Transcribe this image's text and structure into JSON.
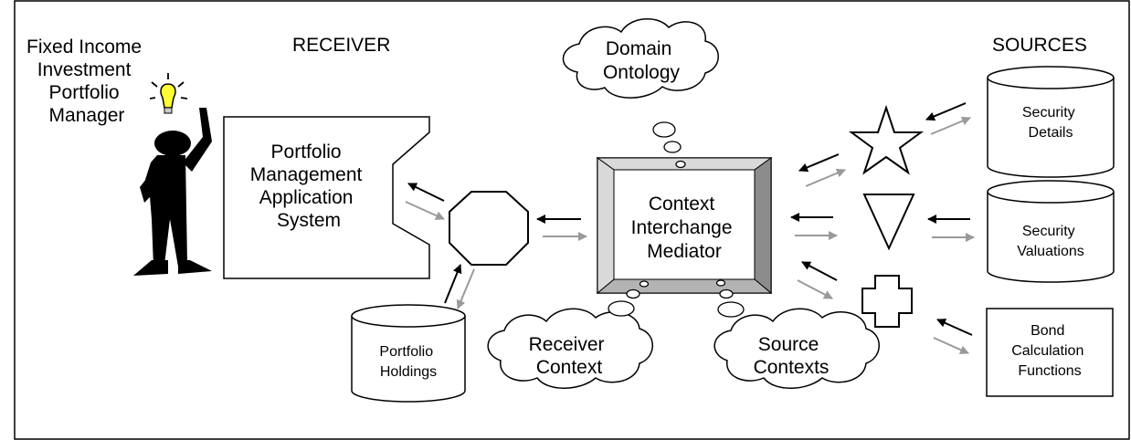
{
  "labels": {
    "manager": [
      "Fixed Income",
      "Investment",
      "Portfolio",
      "Manager"
    ],
    "receiver_header": "RECEIVER",
    "sources_header": "SOURCES",
    "application": [
      "Portfolio",
      "Management",
      "Application",
      "System"
    ],
    "mediator": [
      "Context",
      "Interchange",
      "Mediator"
    ],
    "domain_ontology": [
      "Domain",
      "Ontology"
    ],
    "receiver_context": [
      "Receiver",
      "Context"
    ],
    "source_contexts": [
      "Source",
      "Contexts"
    ],
    "portfolio_holdings": [
      "Portfolio",
      "Holdings"
    ],
    "security_details": [
      "Security",
      "Details"
    ],
    "security_valuations": [
      "Security",
      "Valuations"
    ],
    "bond_functions": [
      "Bond",
      "Calculation",
      "Functions"
    ]
  },
  "colors": {
    "line": "#000000",
    "arrow_secondary": "#9a9a9a",
    "bulb": "#ffff33",
    "mediator_bevel_light": "#d9d9d9",
    "mediator_bevel_dark": "#8c8c8c",
    "mediator_bevel_mid": "#b3b3b3"
  },
  "icons": {
    "manager": "stick-figure-with-lightbulb",
    "wrapper_receiver": "octagon",
    "wrapper_details": "star",
    "wrapper_valuations": "down-triangle",
    "wrapper_functions": "cross"
  }
}
